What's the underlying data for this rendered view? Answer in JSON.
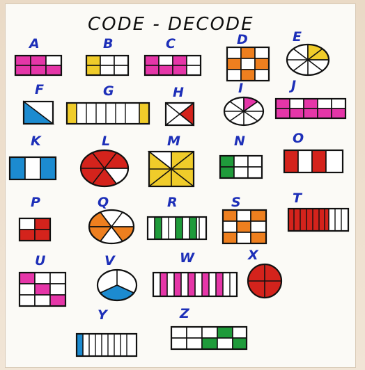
{
  "title": "CODE - DECODE",
  "letters": [
    "A",
    "B",
    "C",
    "D",
    "E",
    "F",
    "G",
    "H",
    "I",
    "J",
    "K",
    "L",
    "M",
    "N",
    "O",
    "P",
    "Q",
    "R",
    "S",
    "T",
    "U",
    "V",
    "W",
    "X",
    "Y",
    "Z"
  ],
  "colors": {
    "magenta": "#e536a8",
    "yellow": "#f0cc2a",
    "orange": "#ee7f1f",
    "blue": "#1c8bd0",
    "red": "#d4231c",
    "green": "#1f9b3b",
    "white": "#ffffff",
    "black": "#111111"
  }
}
